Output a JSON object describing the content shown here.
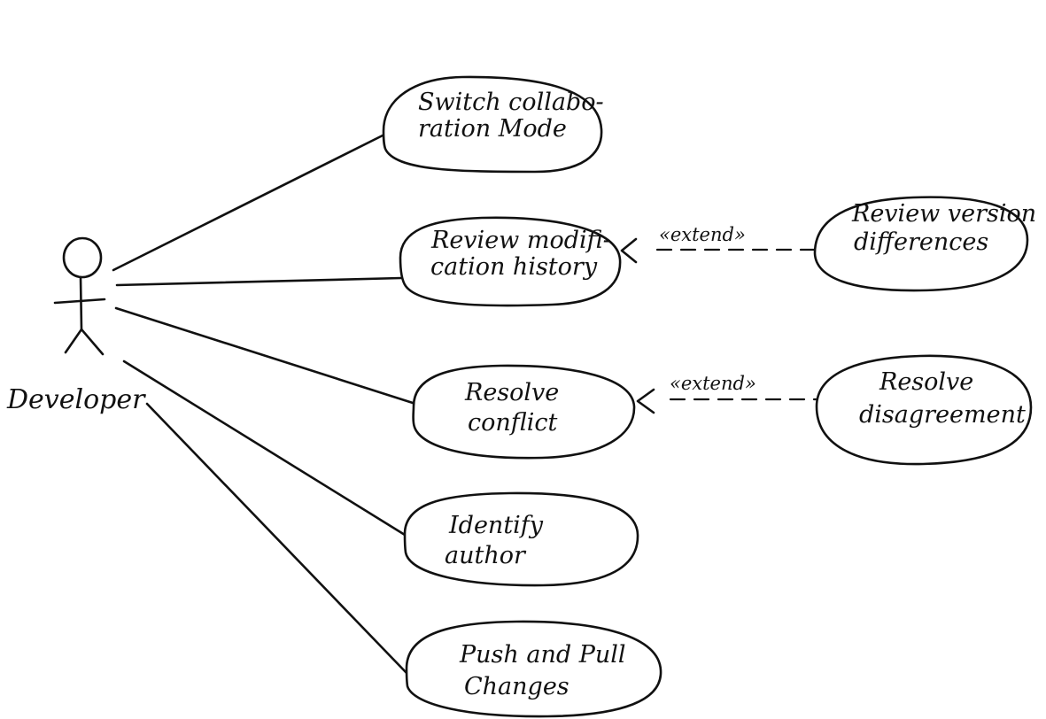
{
  "actor": {
    "name": "Developer"
  },
  "use_cases": [
    {
      "line1": "Switch collabo-",
      "line2": "ration Mode"
    },
    {
      "line1": "Review modifi-",
      "line2": "cation history"
    },
    {
      "line1": "Resolve",
      "line2": "conflict"
    },
    {
      "line1": "Identify",
      "line2": "author"
    },
    {
      "line1": "Push and Pull",
      "line2": "Changes"
    }
  ],
  "extensions": [
    {
      "line1": "Review version",
      "line2": "differences",
      "relation": "«extend»"
    },
    {
      "line1": "Resolve",
      "line2": "disagreement",
      "relation": "«extend»"
    }
  ]
}
